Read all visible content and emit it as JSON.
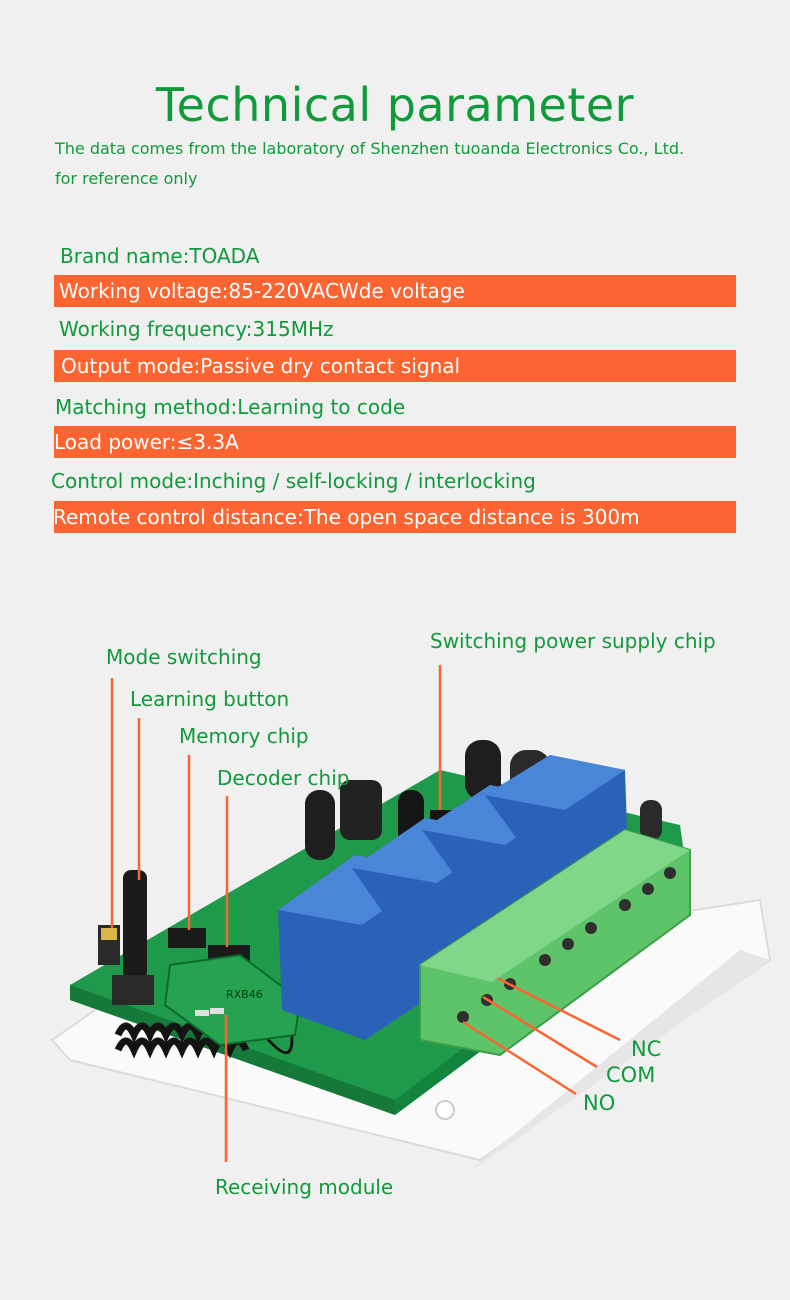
{
  "header": {
    "title": "Technical parameter",
    "subtitle_line1": "The data comes from the laboratory of Shenzhen tuoanda Electronics Co., Ltd.",
    "subtitle_line2": "for reference only"
  },
  "specs": {
    "brand": "Brand name:TOADA",
    "voltage": "Working voltage:85-220VACWde voltage",
    "frequency": "Working frequency:315MHz",
    "output": "Output mode:Passive dry contact signal",
    "matching": "Matching method:Learning to code",
    "load": "Load power:≤3.3A",
    "control": "Control mode:Inching / self-locking / interlocking",
    "distance": "Remote control distance:The open space distance is 300m"
  },
  "callouts": {
    "mode_switching": "Mode switching",
    "learning_button": "Learning button",
    "memory_chip": "Memory chip",
    "decoder_chip": "Decoder chip",
    "power_chip": "Switching power supply chip",
    "nc": "NC",
    "com": "COM",
    "no": "NO",
    "receiving_module": "Receiving module"
  },
  "board_markings": {
    "module_label": "RXB46"
  },
  "colors": {
    "accent_green": "#119a3c",
    "accent_orange": "#fc6531",
    "pcb_green": "#1f9a4a",
    "relay_blue": "#2a62b8",
    "terminal_green": "#5ec46a"
  }
}
